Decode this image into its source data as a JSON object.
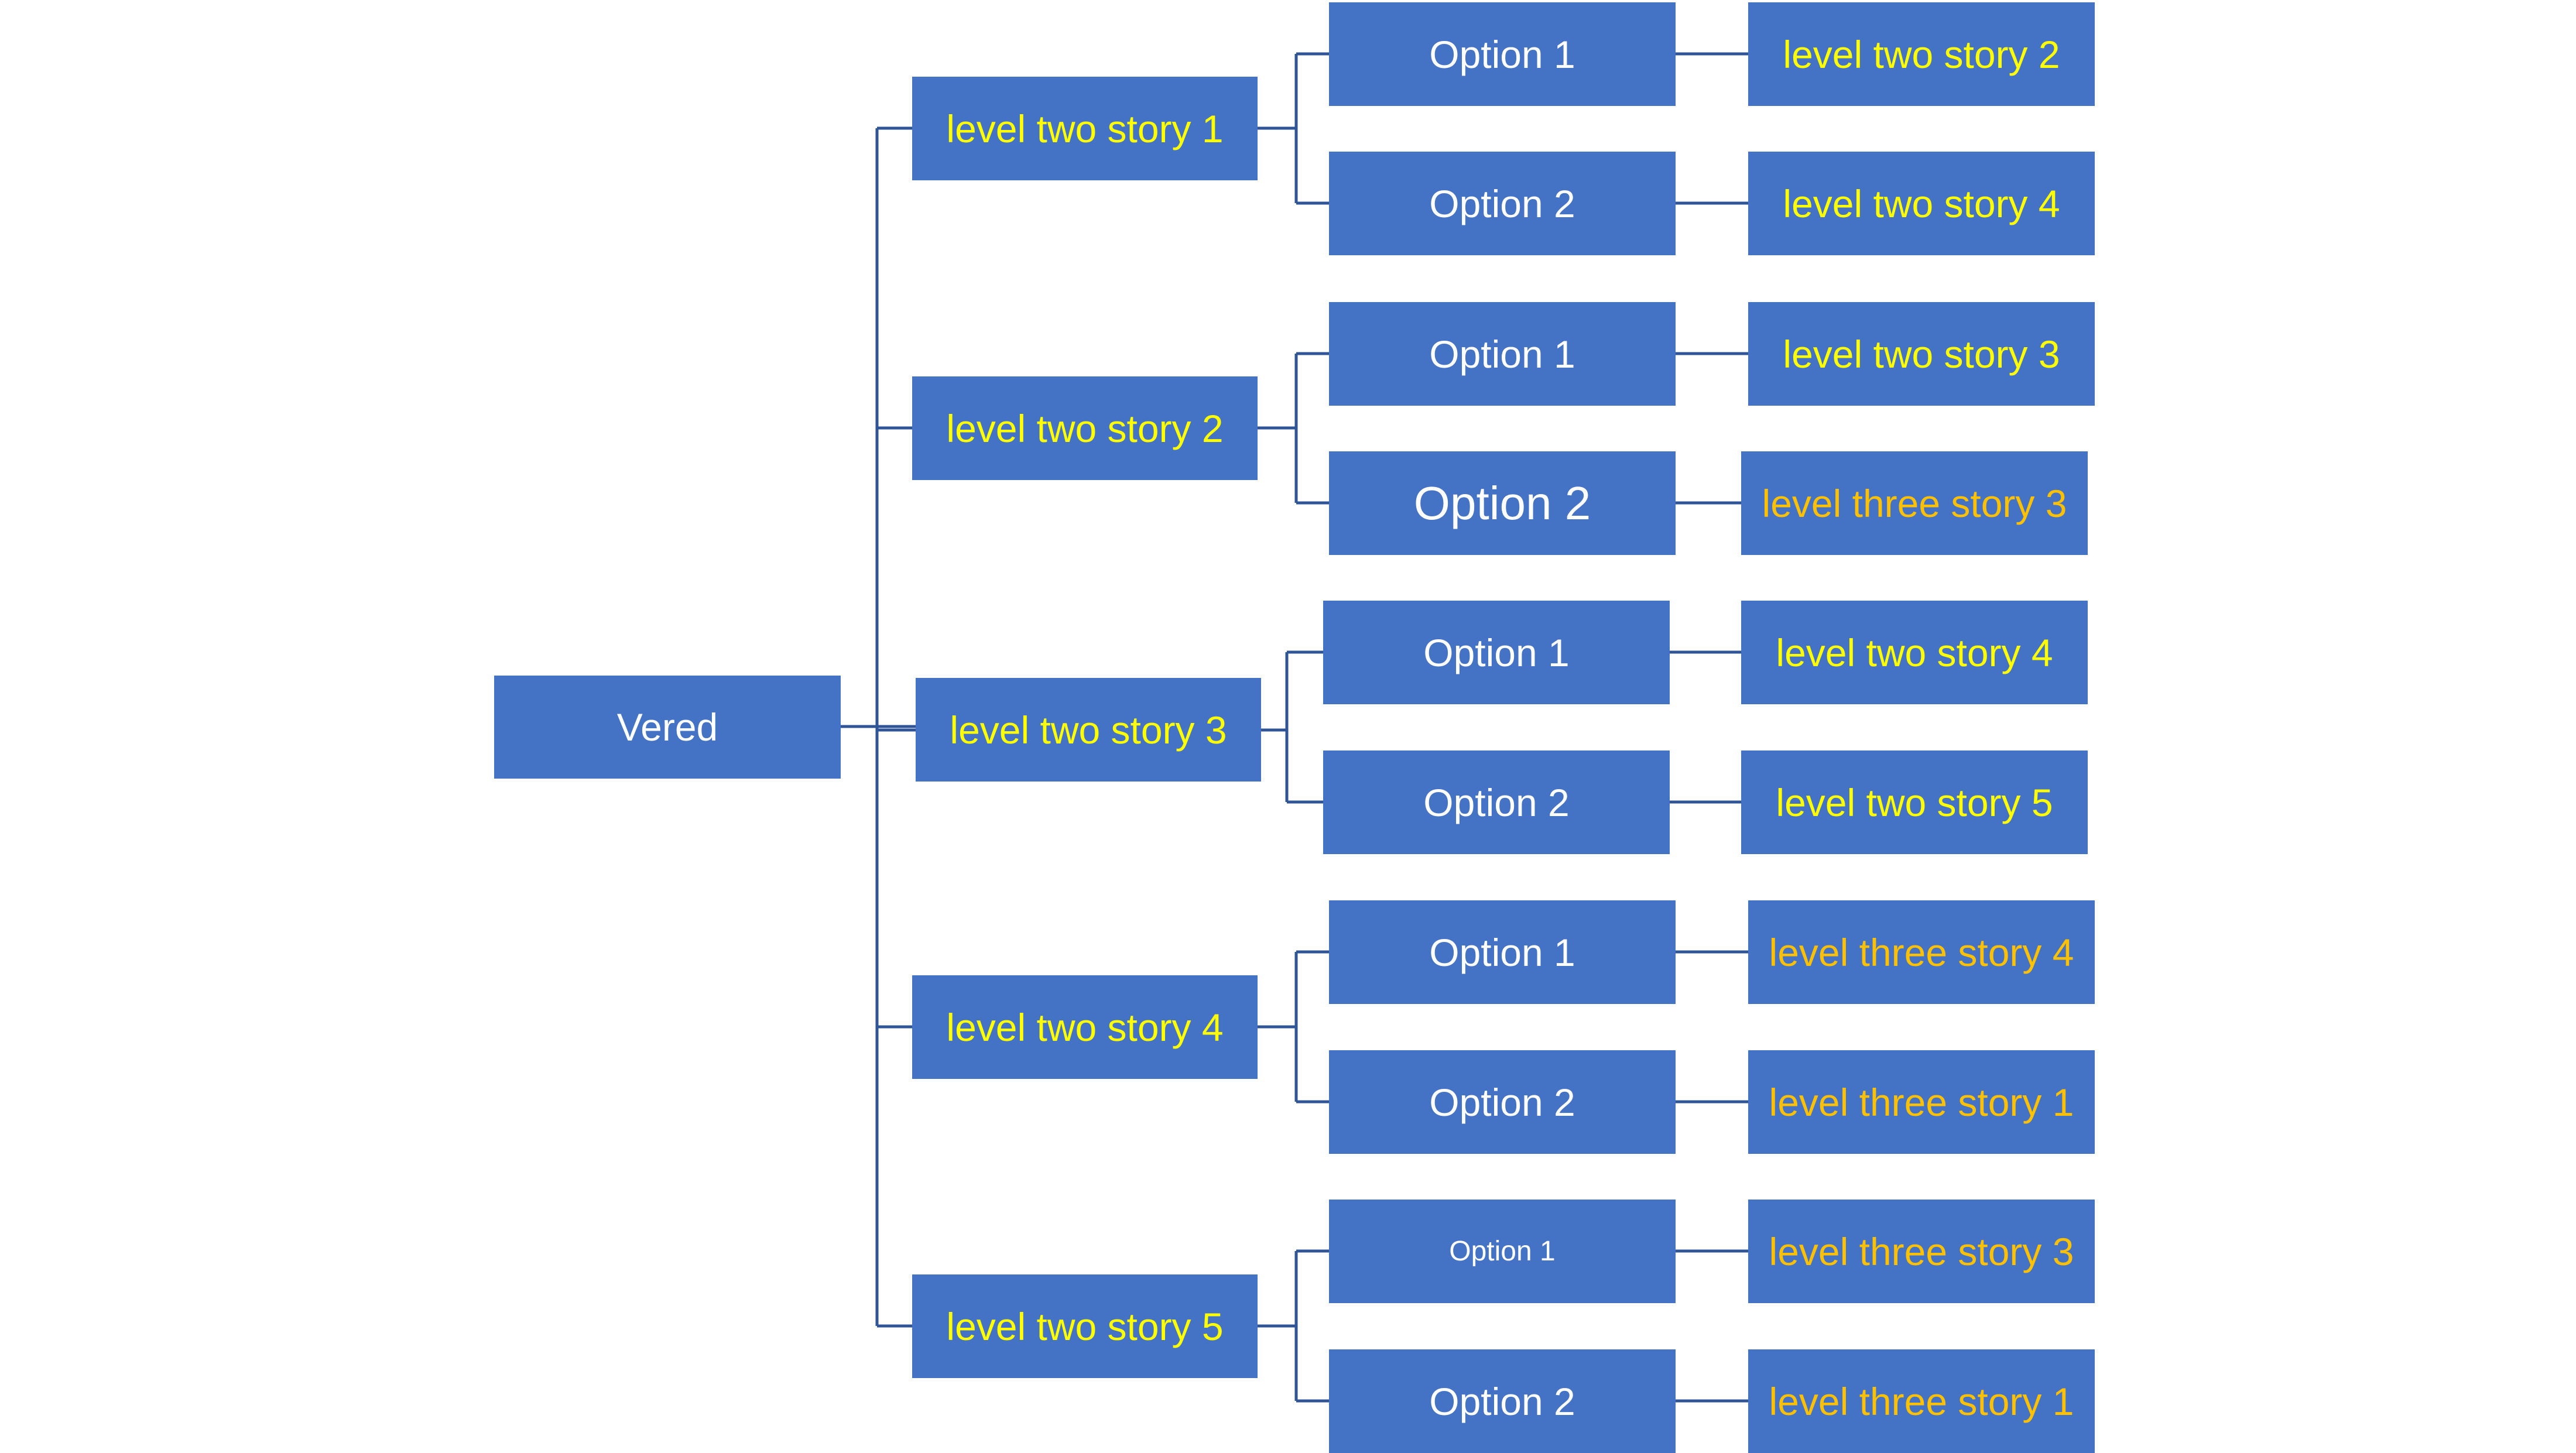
{
  "colors": {
    "box_fill": "#4472C4",
    "connector": "#2F5597",
    "root_text": "#FFFFFF",
    "level_two_text": "#FFFF00",
    "option_text": "#FFFFFF",
    "level_three_text": "#FFC000"
  },
  "root": {
    "label": "Vered"
  },
  "branches": [
    {
      "label": "level two story 1",
      "options": [
        {
          "label": "Option 1",
          "result": "level two story 2"
        },
        {
          "label": "Option 2",
          "result": "level two story 4"
        }
      ]
    },
    {
      "label": "level two story 2",
      "options": [
        {
          "label": "Option 1",
          "result": "level two story 3"
        },
        {
          "label": "Option 2",
          "result": "level three story 3"
        }
      ]
    },
    {
      "label": "level two story 3",
      "options": [
        {
          "label": "Option 1",
          "result": "level two story 4"
        },
        {
          "label": "Option 2",
          "result": "level two story 5"
        }
      ]
    },
    {
      "label": "level two story 4",
      "options": [
        {
          "label": "Option 1",
          "result": "level three story 4"
        },
        {
          "label": "Option 2",
          "result": "level three story 1"
        }
      ]
    },
    {
      "label": "level two story 5",
      "options": [
        {
          "label": "Option 1",
          "result": "level three story 3"
        },
        {
          "label": "Option 2",
          "result": "level three story 1"
        }
      ]
    }
  ]
}
